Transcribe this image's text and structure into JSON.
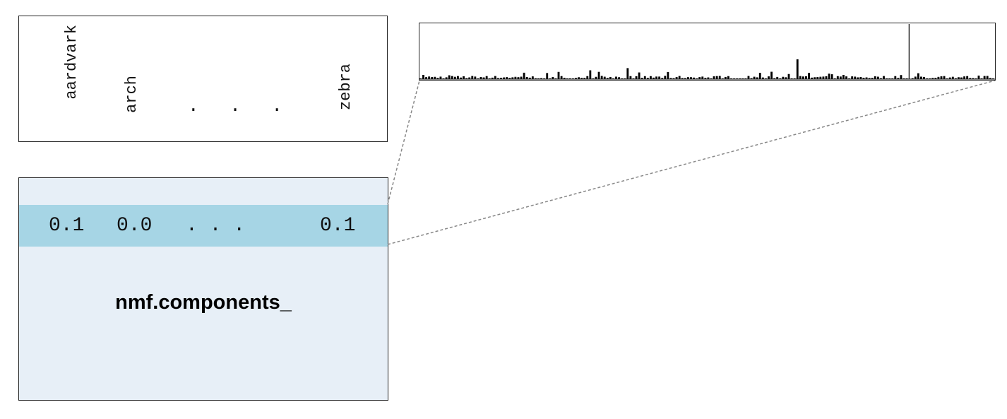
{
  "vocabulary": {
    "words": [
      "aardvark",
      "arch",
      "zebra"
    ],
    "ellipsis": ". . ."
  },
  "matrix": {
    "row_values": [
      "0.1",
      "0.0",
      "0.1"
    ],
    "row_ellipsis": ". . .",
    "label": "nmf.components_"
  },
  "colors": {
    "matrix_background": "#e7eff7",
    "highlighted_row": "#a6d5e5",
    "bars": "#000000",
    "connector": "#888888"
  },
  "chart_data": {
    "type": "bar",
    "description_level": "unlabeled barcode of component weights across the vocabulary",
    "bar_count": 200,
    "max_value": 1.0,
    "peaks": [
      {
        "index": 170,
        "value": 1.0
      },
      {
        "index": 131,
        "value": 0.36
      },
      {
        "index": 72,
        "value": 0.2
      },
      {
        "index": 59,
        "value": 0.16
      }
    ]
  }
}
